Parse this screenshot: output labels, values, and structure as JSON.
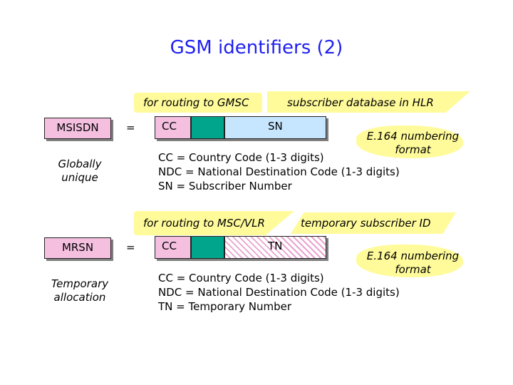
{
  "title": "GSM identifiers (2)",
  "section1": {
    "routing_label": "for routing to GMSC",
    "subscriber_label": "subscriber database in HLR",
    "id_name": "MSISDN",
    "equals": "=",
    "cc": "CC",
    "last_field": "SN",
    "numbering": "E.164 numbering format",
    "note": "Globally unique",
    "definitions": [
      "CC = Country Code (1-3 digits)",
      "NDC = National Destination Code (1-3 digits)",
      "SN = Subscriber Number"
    ]
  },
  "section2": {
    "routing_label": "for routing to MSC/VLR",
    "subscriber_label": "temporary subscriber ID",
    "id_name": "MRSN",
    "equals": "=",
    "cc": "CC",
    "last_field": "TN",
    "numbering": "E.164 numbering format",
    "note": "Temporary allocation",
    "definitions": [
      "CC = Country Code (1-3 digits)",
      "NDC = National Destination Code (1-3 digits)",
      "TN = Temporary Number"
    ]
  },
  "colors": {
    "title": "#1f1ff0",
    "highlight": "#fffb9a",
    "id_box": "#f5c0e0",
    "sn_box": "#c6e6ff",
    "ndc_box": "#00a58c"
  }
}
